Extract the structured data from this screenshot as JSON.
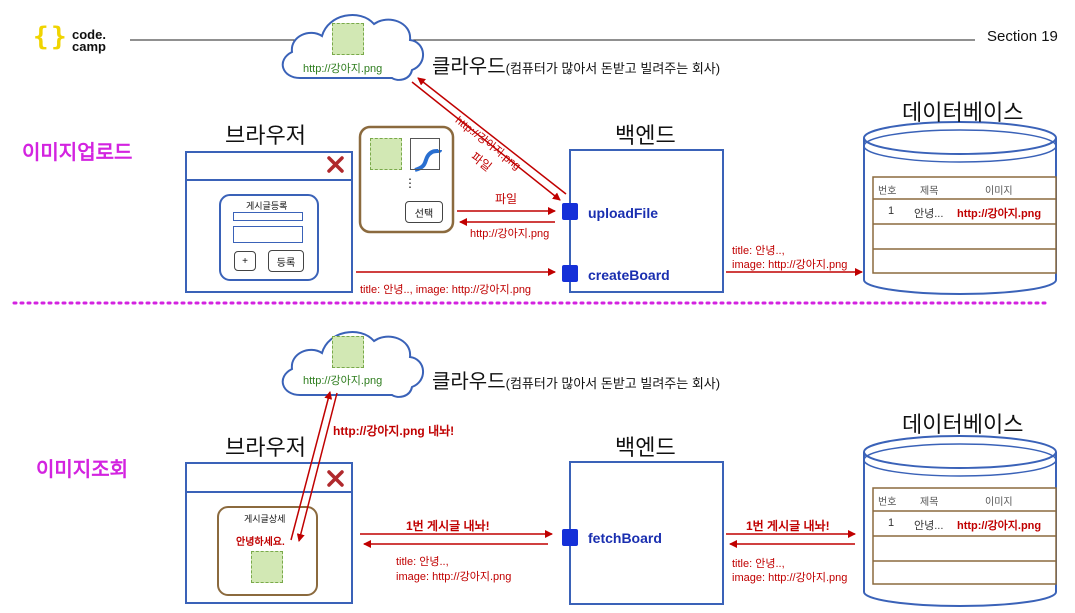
{
  "header": {
    "logo_brace_left": "{",
    "logo_brace_right": "}",
    "logo_line1": "code.",
    "logo_line2": "camp",
    "section": "Section 19"
  },
  "upload": {
    "side_title": "이미지업로드",
    "cloud_url": "http://강아지.png",
    "cloud_desc_main": "클라우드",
    "cloud_desc_sub": "(컴퓨터가 많아서 돈받고 빌려주는 회사)",
    "browser_title": "브라우저",
    "backend_title": "백엔드",
    "db_title": "데이터베이스",
    "form_title": "게시글등록",
    "plus_button": "+",
    "submit_button": "등록",
    "picker_ellipsis": "⋮",
    "picker_select": "선택",
    "label_file_right": "파일",
    "label_url_back": "http://강아지.png",
    "label_diag_url": "http://강아지.png",
    "label_diag_file": "파일",
    "label_create": "title: 안녕.., image: http://강아지.png",
    "fn_upload": "uploadFile",
    "fn_create": "createBoard",
    "label_to_db_1": "title: 안녕..,",
    "label_to_db_2": "image: http://강아지.png",
    "table": {
      "headers": [
        "번호",
        "제목",
        "이미지"
      ],
      "rows": [
        [
          "1",
          "안녕...",
          "http://강아지.png"
        ]
      ]
    }
  },
  "fetch": {
    "side_title": "이미지조회",
    "cloud_url": "http://강아지.png",
    "cloud_desc_main": "클라우드",
    "cloud_desc_sub": "(컴퓨터가 많아서 돈받고 빌려주는 회사)",
    "browser_title": "브라우저",
    "backend_title": "백엔드",
    "db_title": "데이터베이스",
    "detail_title": "게시글상세",
    "detail_text": "안녕하세요.",
    "label_cloud_req": "http://강아지.png 내놔!",
    "label_req": "1번 게시글 내놔!",
    "label_resp_1": "title: 안녕..,",
    "label_resp_2": "image: http://강아지.png",
    "fn_fetch": "fetchBoard",
    "label_db_req": "1번 게시글 내놔!",
    "label_db_resp_1": "title: 안녕..,",
    "label_db_resp_2": "image: http://강아지.png",
    "table": {
      "headers": [
        "번호",
        "제목",
        "이미지"
      ],
      "rows": [
        [
          "1",
          "안녕...",
          "http://강아지.png"
        ]
      ]
    }
  },
  "colors": {
    "arrow_red": "#c00000",
    "box_blue": "#3a62b8",
    "fn_square": "#1530d8",
    "magenta": "#d323e0",
    "brown": "#8b6a3e"
  }
}
